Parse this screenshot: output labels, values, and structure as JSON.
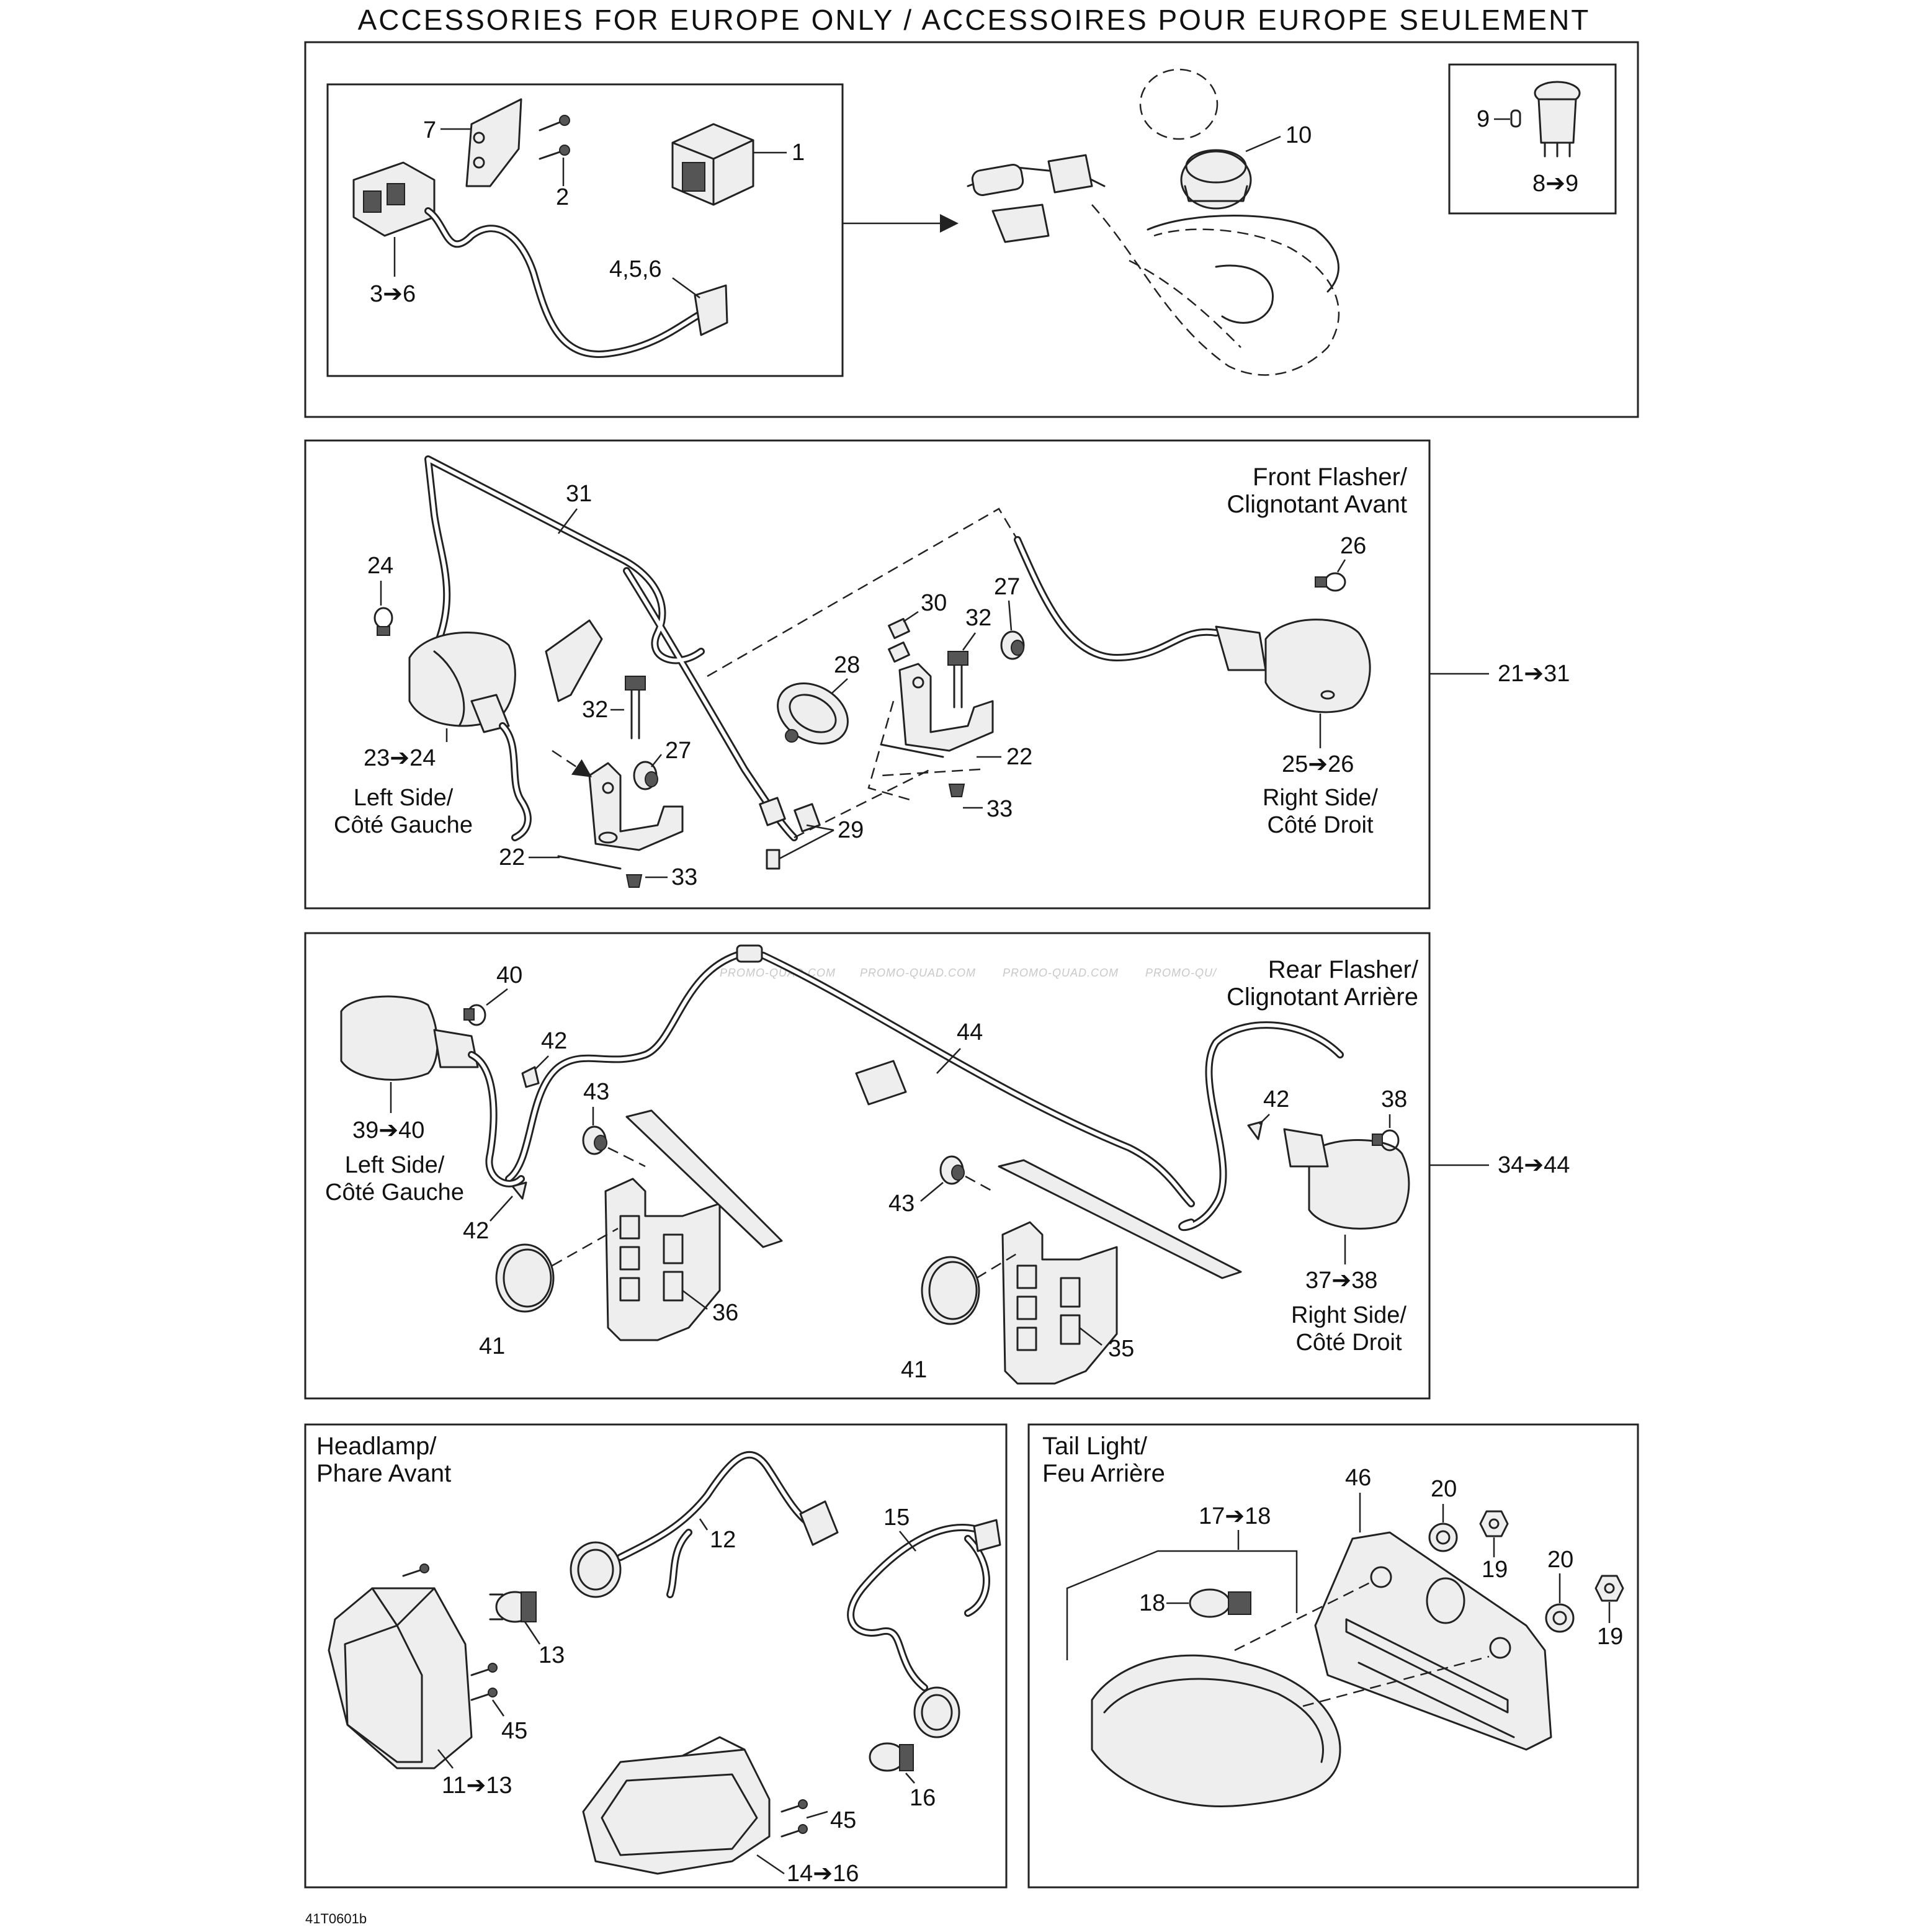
{
  "title": "ACCESSORIES FOR EUROPE ONLY / ACCESSOIRES POUR EUROPE SEULEMENT",
  "drawing_code": "41T0601b",
  "watermarks": [
    "PROMO-QUAD.COM",
    "PROMO-QUAD.COM",
    "PROMO-QUAD.COM",
    "PROMO-QU/"
  ],
  "sections": {
    "front_flasher": {
      "title_line1": "Front Flasher/",
      "title_line2": "Clignotant Avant",
      "range": "21➔31"
    },
    "rear_flasher": {
      "title_line1": "Rear Flasher/",
      "title_line2": "Clignotant Arrière",
      "range": "34➔44"
    },
    "headlamp": {
      "title_line1": "Headlamp/",
      "title_line2": "Phare Avant"
    },
    "tail_light": {
      "title_line1": "Tail Light/",
      "title_line2": "Feu Arrière"
    }
  },
  "side_labels": {
    "left_line1": "Left Side/",
    "left_line2": "Côté Gauche",
    "right_line1": "Right Side/",
    "right_line2": "Côté Droit"
  },
  "callouts": {
    "p1": "1",
    "p2": "2",
    "p3_6": "3➔6",
    "p4_5_6": "4,5,6",
    "p7": "7",
    "p8_9": "8➔9",
    "p9": "9",
    "p10": "10",
    "p22a": "22",
    "p22b": "22",
    "p23_24": "23➔24",
    "p24": "24",
    "p25_26": "25➔26",
    "p26": "26",
    "p27a": "27",
    "p27b": "27",
    "p28": "28",
    "p29": "29",
    "p30": "30",
    "p31": "31",
    "p32a": "32",
    "p32b": "32",
    "p33a": "33",
    "p33b": "33",
    "p35": "35",
    "p36": "36",
    "p37_38": "37➔38",
    "p38": "38",
    "p39_40": "39➔40",
    "p40": "40",
    "p41a": "41",
    "p41b": "41",
    "p42a": "42",
    "p42b": "42",
    "p42c": "42",
    "p43a": "43",
    "p43b": "43",
    "p44": "44",
    "p11_13": "11➔13",
    "p12": "12",
    "p13": "13",
    "p14_16": "14➔16",
    "p15": "15",
    "p16": "16",
    "p45a": "45",
    "p45b": "45",
    "p17_18": "17➔18",
    "p18": "18",
    "p19a": "19",
    "p19b": "19",
    "p20a": "20",
    "p20b": "20",
    "p46": "46"
  }
}
